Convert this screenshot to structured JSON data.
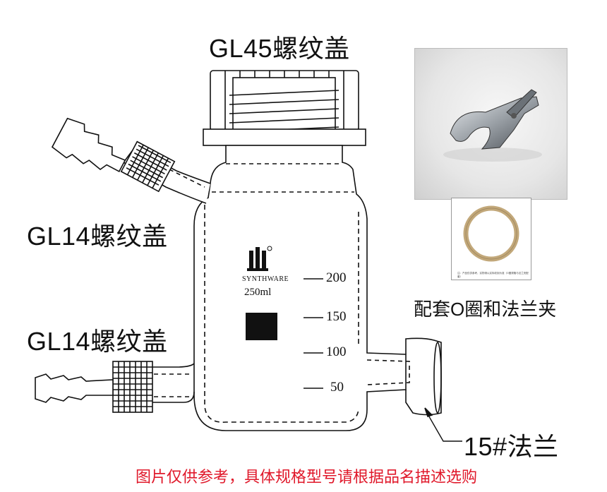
{
  "labels": {
    "gl45_cap": "GL45螺纹盖",
    "gl14_cap_upper": "GL14螺纹盖",
    "gl14_cap_lower": "GL14螺纹盖",
    "accessories": "配套O圈和法兰夹",
    "flange": "15#法兰",
    "disclaimer": "图片仅供参考，具体规格型号请根据品名描述选购"
  },
  "bottle": {
    "brand": "SYNTHWARE",
    "volume": "250ml",
    "graduations": [
      "200",
      "150",
      "100",
      "50"
    ]
  },
  "oring_caption": "注：产品仅供参考，实物请以实际收到为准（O圈规格与法兰夹配套）",
  "colors": {
    "disclaimer": "#e0182a",
    "line": "#111111",
    "clamp_metal": "#9aa0a6",
    "oring": "#c2a87a"
  }
}
